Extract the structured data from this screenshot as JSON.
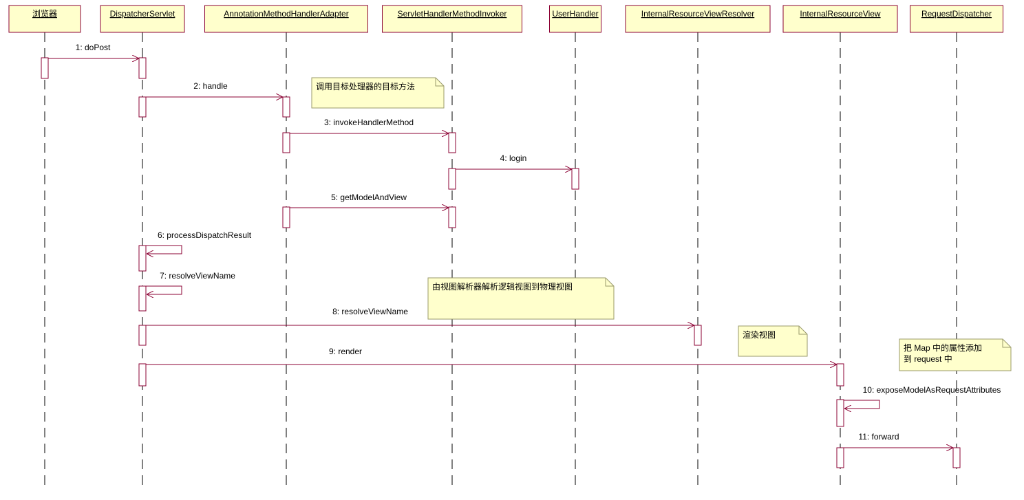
{
  "colors": {
    "line": "#8b0033",
    "object_fill": "#ffffcc",
    "object_border": "#8b0033",
    "note_fill": "#ffffcc",
    "note_border": "#9a9a6a",
    "activation_fill": "#ffffff",
    "text": "#000000"
  },
  "objects": [
    {
      "id": "browser",
      "label": "浏览器"
    },
    {
      "id": "dispatcher",
      "label": "DispatcherServlet"
    },
    {
      "id": "adapter",
      "label": "AnnotationMethodHandlerAdapter"
    },
    {
      "id": "invoker",
      "label": "ServletHandlerMethodInvoker"
    },
    {
      "id": "userhandler",
      "label": "UserHandler"
    },
    {
      "id": "resolver",
      "label": "InternalResourceViewResolver"
    },
    {
      "id": "view",
      "label": "InternalResourceView"
    },
    {
      "id": "reqdispatcher",
      "label": "RequestDispatcher"
    }
  ],
  "messages": [
    {
      "label": "1: doPost",
      "from": "browser",
      "to": "dispatcher"
    },
    {
      "label": "2: handle",
      "from": "dispatcher",
      "to": "adapter"
    },
    {
      "label": "3: invokeHandlerMethod",
      "from": "adapter",
      "to": "invoker"
    },
    {
      "label": "4: login",
      "from": "invoker",
      "to": "userhandler"
    },
    {
      "label": "5: getModelAndView",
      "from": "adapter",
      "to": "invoker"
    },
    {
      "label": "6: processDispatchResult",
      "from": "dispatcher",
      "to": "dispatcher"
    },
    {
      "label": "7: resolveViewName",
      "from": "dispatcher",
      "to": "dispatcher"
    },
    {
      "label": "8: resolveViewName",
      "from": "dispatcher",
      "to": "resolver"
    },
    {
      "label": "9: render",
      "from": "dispatcher",
      "to": "view"
    },
    {
      "label": "10: exposeModelAsRequestAttributes",
      "from": "view",
      "to": "view"
    },
    {
      "label": "11: forward",
      "from": "view",
      "to": "reqdispatcher"
    }
  ],
  "notes": [
    {
      "lines": [
        "调用目标处理器的目标方法"
      ]
    },
    {
      "lines": [
        "由视图解析器解析逻辑视图到物理视图"
      ]
    },
    {
      "lines": [
        "渲染视图"
      ]
    },
    {
      "lines": [
        "把 Map 中的属性添加",
        "到 request 中"
      ]
    }
  ]
}
